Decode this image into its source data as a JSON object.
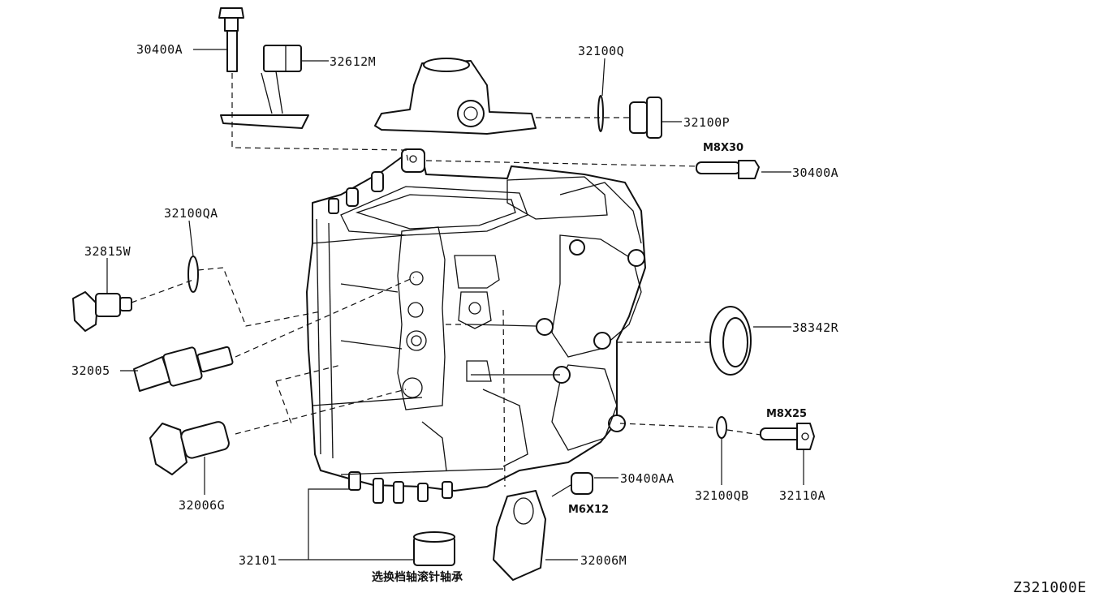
{
  "diagram_ref": "Z321000E",
  "parts": {
    "p30400A_top": "30400A",
    "p32612M": "32612M",
    "p32100Q": "32100Q",
    "p32100P": "32100P",
    "p30400A_right": "30400A",
    "p32100QA": "32100QA",
    "p32815W": "32815W",
    "p38342R": "38342R",
    "p32005": "32005",
    "p32006G": "32006G",
    "p30400AA": "30400AA",
    "p32100QB": "32100QB",
    "p32110A": "32110A",
    "p32101": "32101",
    "p32006M": "32006M"
  },
  "specs": {
    "m8x30": "M8X30",
    "m8x25": "M8X25",
    "m6x12": "M6X12"
  },
  "notes": {
    "bearing_cn": "选换档轴滚针轴承"
  }
}
